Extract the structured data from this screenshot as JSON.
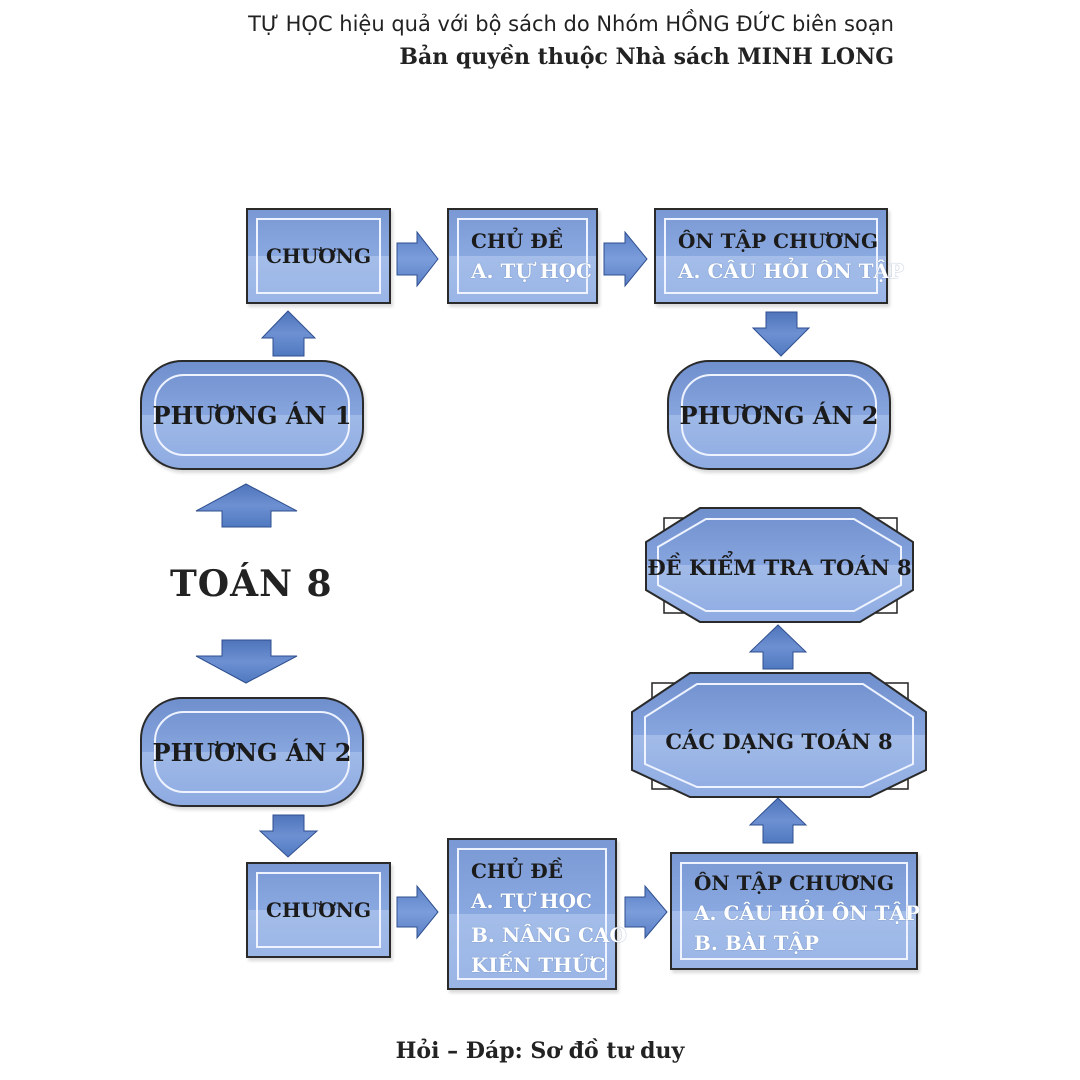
{
  "header": {
    "line1": "TỰ HỌC hiệu quả với bộ sách do Nhóm HỒNG ĐỨC biên soạn",
    "line2": "Bản quyền thuộc Nhà sách MINH LONG"
  },
  "center_title": "TOÁN 8",
  "top_flow": {
    "plan": "PHƯƠNG ÁN 1",
    "chapter": "CHƯƠNG",
    "topic": {
      "title": "CHỦ ĐỀ",
      "items": [
        "A. TỰ HỌC"
      ]
    },
    "review": {
      "title": "ÔN TẬP CHƯƠNG",
      "items": [
        "A. CÂU HỎI ÔN TẬP"
      ]
    },
    "result": "PHƯƠNG ÁN 2"
  },
  "bottom_flow": {
    "plan": "PHƯƠNG ÁN 2",
    "chapter": "CHƯƠNG",
    "topic": {
      "title": "CHỦ ĐỀ",
      "items": [
        "A. TỰ HỌC",
        "B. NÂNG CAO",
        "KIẾN THỨC"
      ]
    },
    "review": {
      "title": "ÔN TẬP CHƯƠNG",
      "items": [
        "A. CÂU HỎI ÔN TẬP",
        "B. BÀI TẬP"
      ]
    },
    "forms": "CÁC DẠNG TOÁN 8",
    "tests": "ĐỀ KIỂM TRA TOÁN 8"
  },
  "footer": "Hỏi – Đáp: Sơ đồ tư duy",
  "colors": {
    "box_fill": "#8aa8e0",
    "arrow_fill": "#5b7fc4",
    "border": "#2a2a2a"
  }
}
